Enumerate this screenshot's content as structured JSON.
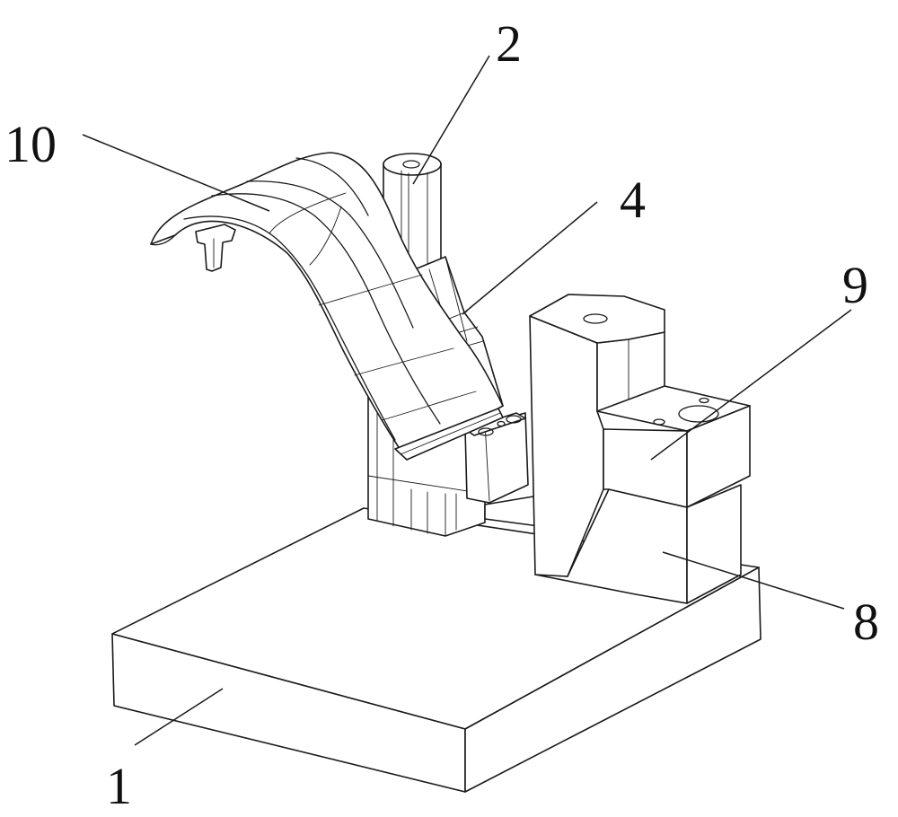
{
  "labels": {
    "l1": "1",
    "l2": "2",
    "l4": "4",
    "l8": "8",
    "l9": "9",
    "l10": "10"
  },
  "colors": {
    "line": "#1a1a1a",
    "background": "#ffffff"
  }
}
